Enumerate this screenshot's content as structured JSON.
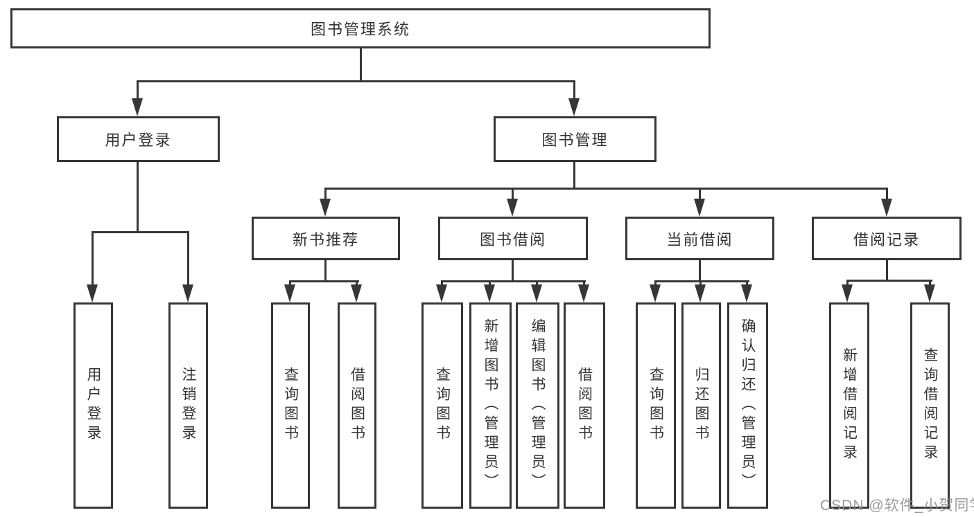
{
  "diagram": {
    "type": "hierarchy-tree",
    "root": {
      "label": "图书管理系统",
      "children": [
        {
          "label": "用户登录",
          "children": [
            {
              "label": "用户登录"
            },
            {
              "label": "注销登录"
            }
          ]
        },
        {
          "label": "图书管理",
          "children": [
            {
              "label": "新书推荐",
              "children": [
                {
                  "label": "查询图书"
                },
                {
                  "label": "借阅图书"
                }
              ]
            },
            {
              "label": "图书借阅",
              "children": [
                {
                  "label": "查询图书"
                },
                {
                  "label": "新增图书（管理员）"
                },
                {
                  "label": "编辑图书（管理员）"
                },
                {
                  "label": "借阅图书"
                }
              ]
            },
            {
              "label": "当前借阅",
              "children": [
                {
                  "label": "查询图书"
                },
                {
                  "label": "归还图书"
                },
                {
                  "label": "确认归还（管理员）"
                }
              ]
            },
            {
              "label": "借阅记录",
              "children": [
                {
                  "label": "新增借阅记录"
                },
                {
                  "label": "查询借阅记录"
                }
              ]
            }
          ]
        }
      ]
    },
    "colors": {
      "line": "#363636",
      "box_border": "#363636",
      "text": "#333333",
      "background": "#ffffff"
    }
  },
  "watermark": {
    "text": "CSDN @软件_小贺同学",
    "color": "#8f8f8f"
  }
}
